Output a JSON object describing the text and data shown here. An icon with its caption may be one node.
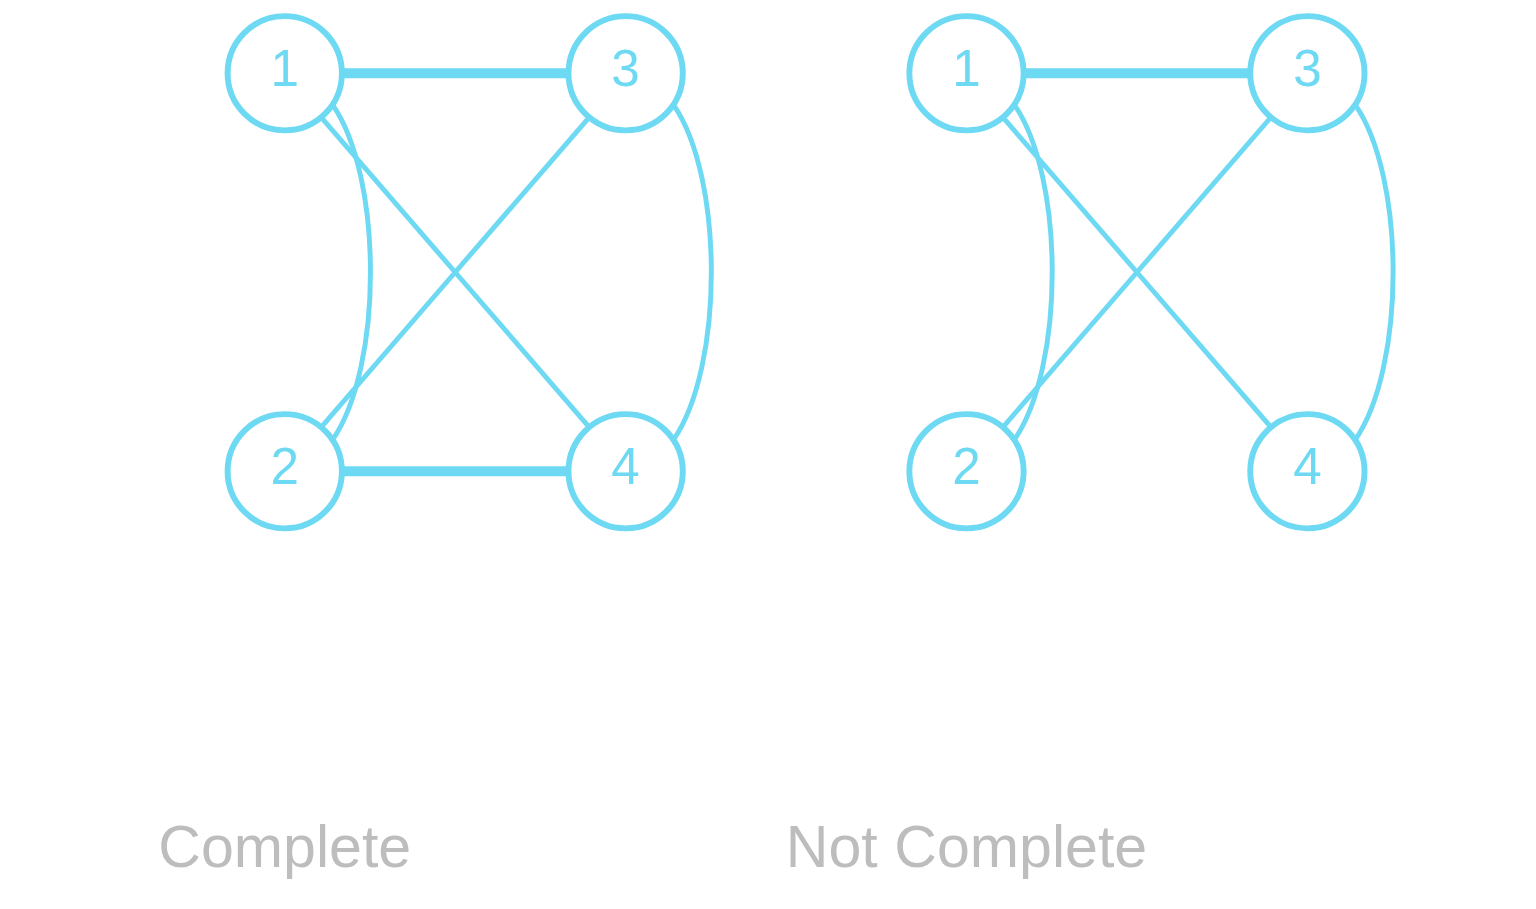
{
  "diagram": {
    "nodes": [
      {
        "text": [
          "1"
        ]
      },
      {
        "text": [
          "2"
        ]
      },
      {
        "text": [
          "3"
        ]
      },
      {
        "text": [
          "4"
        ]
      },
      {
        "text": [
          "1"
        ]
      },
      {
        "text": [
          "2"
        ]
      },
      {
        "text": [
          "3"
        ]
      },
      {
        "text": [
          "4"
        ]
      }
    ],
    "edges": [
      {
        "from": 0,
        "to": 2,
        "arrow": "none",
        "style": "thick"
      },
      {
        "from": 0,
        "to": 1,
        "arrow": "none"
      },
      {
        "from": 0,
        "to": 3,
        "arrow": "none"
      },
      {
        "from": 2,
        "to": 1,
        "arrow": "none"
      },
      {
        "from": 2,
        "to": 3,
        "arrow": "none"
      },
      {
        "from": 1,
        "to": 3,
        "arrow": "none",
        "style": "thick"
      },
      {
        "from": 4,
        "to": 6,
        "arrow": "none",
        "style": "thick"
      },
      {
        "from": 4,
        "to": 5,
        "arrow": "none"
      },
      {
        "from": 4,
        "to": 7,
        "arrow": "none"
      },
      {
        "from": 6,
        "to": 5,
        "arrow": "none"
      },
      {
        "from": 6,
        "to": 7,
        "arrow": "none"
      }
    ],
    "labels": [
      "Complete",
      "Not Complete"
    ]
  }
}
